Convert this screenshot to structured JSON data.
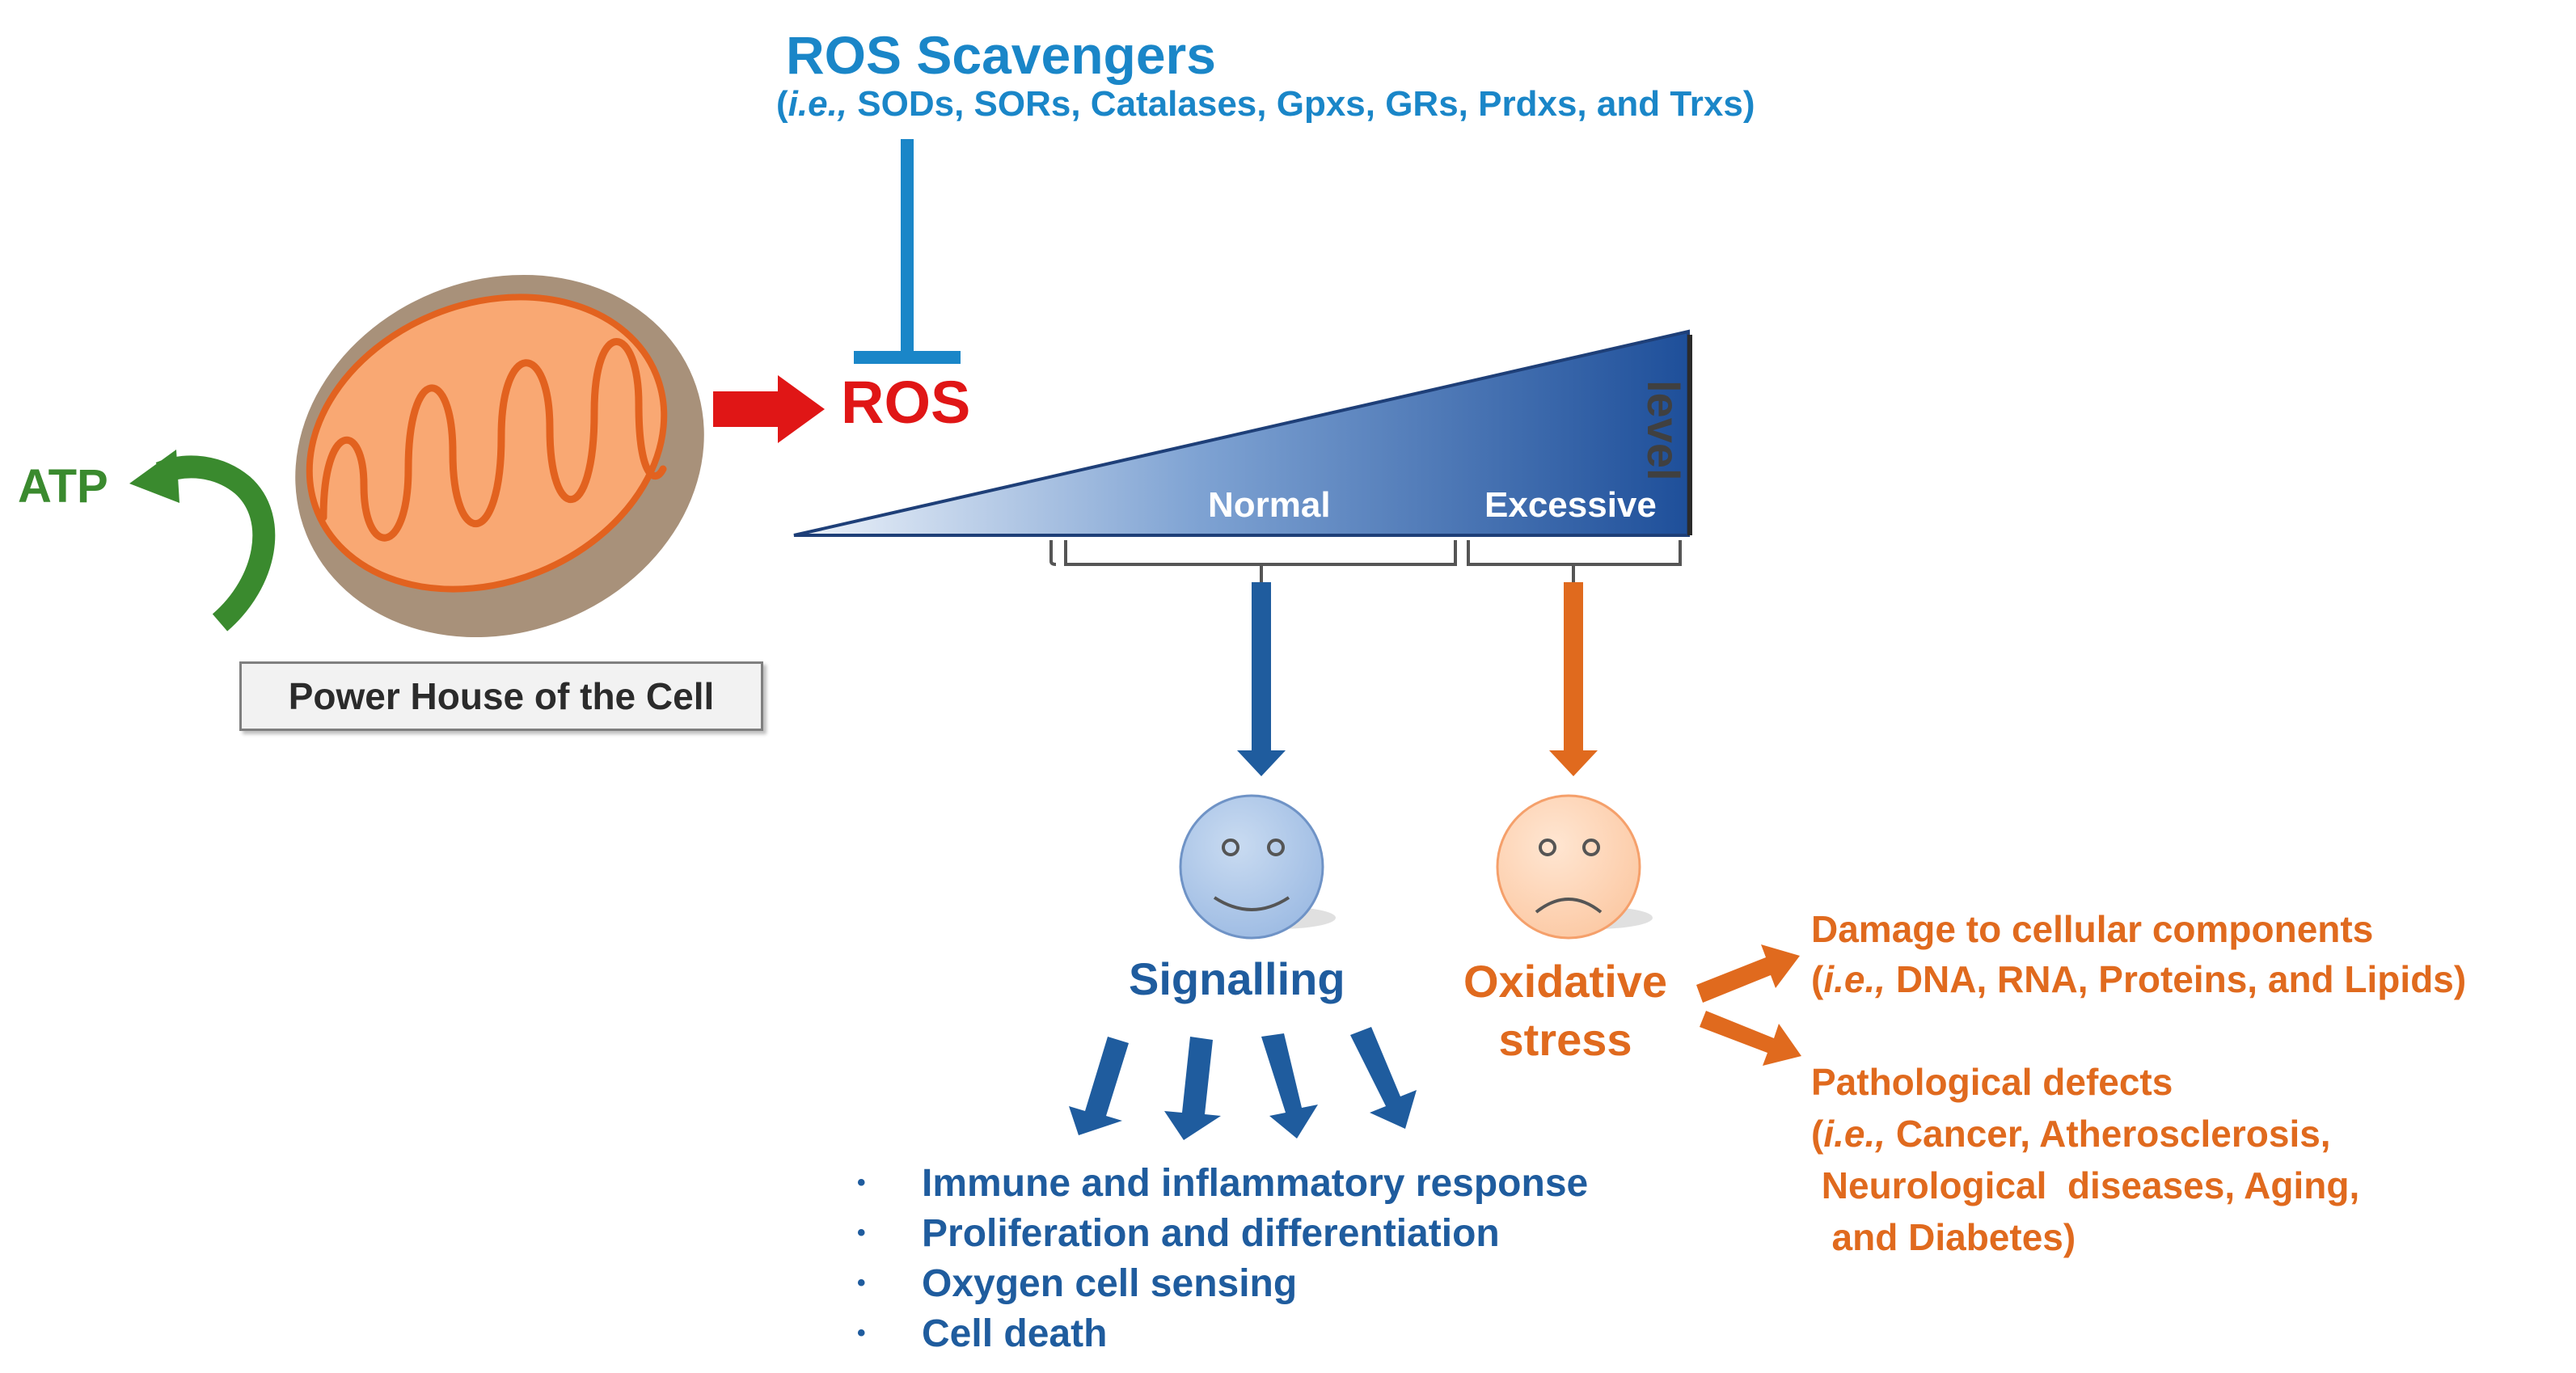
{
  "scavengers": {
    "title": "ROS Scavengers",
    "subtitle_prefix": "(",
    "subtitle_ie": "i.e.,",
    "subtitle_rest": " SODs, SORs, Catalases, Gpxs, GRs, Prdxs, and Trxs)"
  },
  "ros_label": "ROS",
  "atp_label": "ATP",
  "mitochondrion": {
    "caption": "Power House of the Cell",
    "icon": "mitochondrion-icon"
  },
  "gradient": {
    "normal_label": "Normal",
    "excessive_label": "Excessive",
    "axis_label": "level"
  },
  "signalling": {
    "label": "Signalling",
    "face": "smiley-face-icon",
    "outcomes": [
      "Immune and inflammatory response",
      "Proliferation and differentiation",
      "Oxygen cell sensing",
      "Cell death"
    ],
    "bullet": "•"
  },
  "oxidative": {
    "label_line1": "Oxidative",
    "label_line2": "stress",
    "face": "sad-face-icon",
    "damage": {
      "line1": "Damage to cellular  components",
      "line2_prefix": "(",
      "line2_ie": "i.e.,",
      "line2_rest": " DNA,  RNA,  Proteins,  and Lipids)"
    },
    "pathology": {
      "line1": "Pathological  defects",
      "line2_prefix": "(",
      "line2_ie": "i.e.,",
      "line2_rest": " Cancer, Atherosclerosis,",
      "line3": " Neurological  diseases, Aging,",
      "line4": "  and Diabetes)"
    }
  },
  "colors": {
    "signalling_blue": "#1f5c9e",
    "scavenger_blue": "#1a86c8",
    "stress_orange": "#e06a1e",
    "ros_red": "#e01616",
    "atp_green": "#3a8a2e"
  }
}
